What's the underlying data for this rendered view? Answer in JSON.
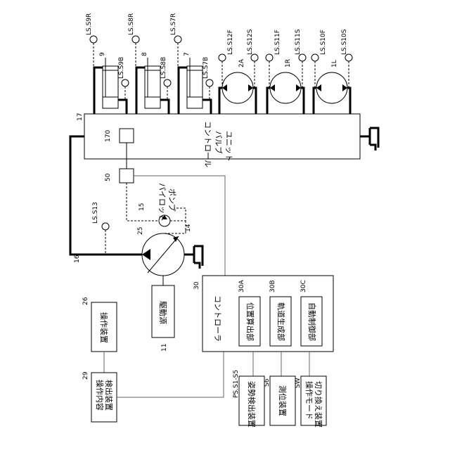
{
  "sensors": {
    "ls_s9r": "LS.S9R",
    "ls_s9b": "LS.S9B",
    "ls_s8r": "LS.S8R",
    "ls_s8b": "LS.S8B",
    "ls_s7r": "LS.S7R",
    "ls_s7b": "LS.S7B",
    "ls_s12f": "LS.S12F",
    "ls_s12s": "LS.S12S",
    "ls_s11f": "LS.S11F",
    "ls_s11s": "LS.S11S",
    "ls_s10f": "LS.S10F",
    "ls_s10s": "LS.S10S",
    "ls_s13": "LS.S13"
  },
  "refs": {
    "r9": "9",
    "r8": "8",
    "r7": "7",
    "r2a": "2A",
    "r1r": "1R",
    "r1l": "1L",
    "r17": "17",
    "r170": "170",
    "r50": "50",
    "r15": "15",
    "r25": "25",
    "r14": "14",
    "r16": "16",
    "r26": "26",
    "r29": "29",
    "r11": "11",
    "r30": "30",
    "r30a": "30A",
    "r30b": "30B",
    "r30c": "30C",
    "r_ps": "PS.S1-S5",
    "r_s6": "S6",
    "r_sw": "SW"
  },
  "blocks": {
    "control_valve_unit": [
      "コントロール",
      "バルブ",
      "ユニット"
    ],
    "pilot_pump": [
      "パイロット",
      "ポンプ"
    ],
    "drive_source": "駆動源",
    "operation_device": "操作装置",
    "operation_detector": [
      "操作内容",
      "検出装置"
    ],
    "controller": "コントローラ",
    "position_calc": "位置算出部",
    "trajectory_gen": "軌道生成部",
    "auto_control": "自動制御部",
    "attitude_detector": "姿勢検出装置",
    "positioning_device": "測位装置",
    "mode_switch": [
      "操作モード",
      "切り換え装置"
    ]
  }
}
